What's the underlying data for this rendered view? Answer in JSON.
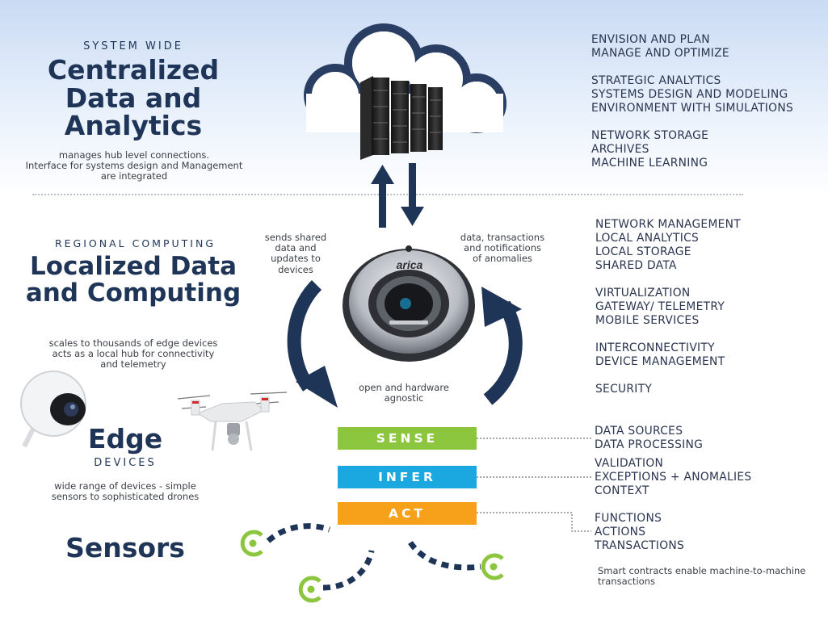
{
  "tiers": {
    "central": {
      "kicker": "SYSTEM WIDE",
      "title_lines": [
        "Centralized",
        "Data and",
        "Analytics"
      ],
      "description_lines": [
        "manages hub level connections.",
        "Interface for systems design and Management",
        "are integrated"
      ],
      "capabilities_groups": [
        [
          "ENVISION AND PLAN",
          "MANAGE AND OPTIMIZE"
        ],
        [
          "STRATEGIC ANALYTICS",
          "SYSTEMS DESIGN AND MODELING",
          "ENVIRONMENT WITH SIMULATIONS"
        ],
        [
          "NETWORK STORAGE",
          "ARCHIVES",
          "MACHINE LEARNING"
        ]
      ]
    },
    "regional": {
      "kicker": "REGIONAL COMPUTING",
      "title_lines": [
        "Localized Data",
        "and Computing"
      ],
      "description_lines": [
        "scales to thousands of edge devices",
        "acts as a local hub for connectivity",
        "and telemetry"
      ],
      "capabilities_groups": [
        [
          "NETWORK MANAGEMENT",
          "LOCAL ANALYTICS",
          "LOCAL STORAGE",
          "SHARED DATA"
        ],
        [
          "VIRTUALIZATION",
          "GATEWAY/ TELEMETRY",
          "MOBILE SERVICES"
        ],
        [
          "INTERCONNECTIVITY",
          "DEVICE MANAGEMENT"
        ],
        [
          "SECURITY"
        ]
      ]
    },
    "edge": {
      "title": "Edge",
      "kicker": "DEVICES",
      "description_lines": [
        "wide range of devices - simple",
        "sensors to sophisticated drones"
      ]
    },
    "sensors": {
      "title": "Sensors"
    }
  },
  "flow_labels": {
    "left_lines": [
      "sends shared",
      "data and",
      "updates to",
      "devices"
    ],
    "right_lines": [
      "data, transactions",
      "and notifications",
      "of anomalies"
    ],
    "bottom_lines": [
      "open and hardware",
      "agnostic"
    ]
  },
  "hub_device": {
    "brand": "arica"
  },
  "stages": [
    {
      "label": "SENSE",
      "color": "#8cc63f",
      "items": [
        "DATA SOURCES",
        "DATA PROCESSING"
      ]
    },
    {
      "label": "INFER",
      "color": "#1ba8e0",
      "items": [
        "VALIDATION",
        "EXCEPTIONS + ANOMALIES",
        "CONTEXT"
      ]
    },
    {
      "label": "ACT",
      "color": "#f7a11a",
      "items": [
        "FUNCTIONS",
        "ACTIONS",
        "TRANSACTIONS"
      ]
    }
  ],
  "footnote_lines": [
    "Smart contracts enable machine-to-machine",
    "transactions"
  ],
  "colors": {
    "navy": "#1f3558",
    "sensor_green": "#8cc63f",
    "cloud_stroke": "#2a3d63"
  }
}
